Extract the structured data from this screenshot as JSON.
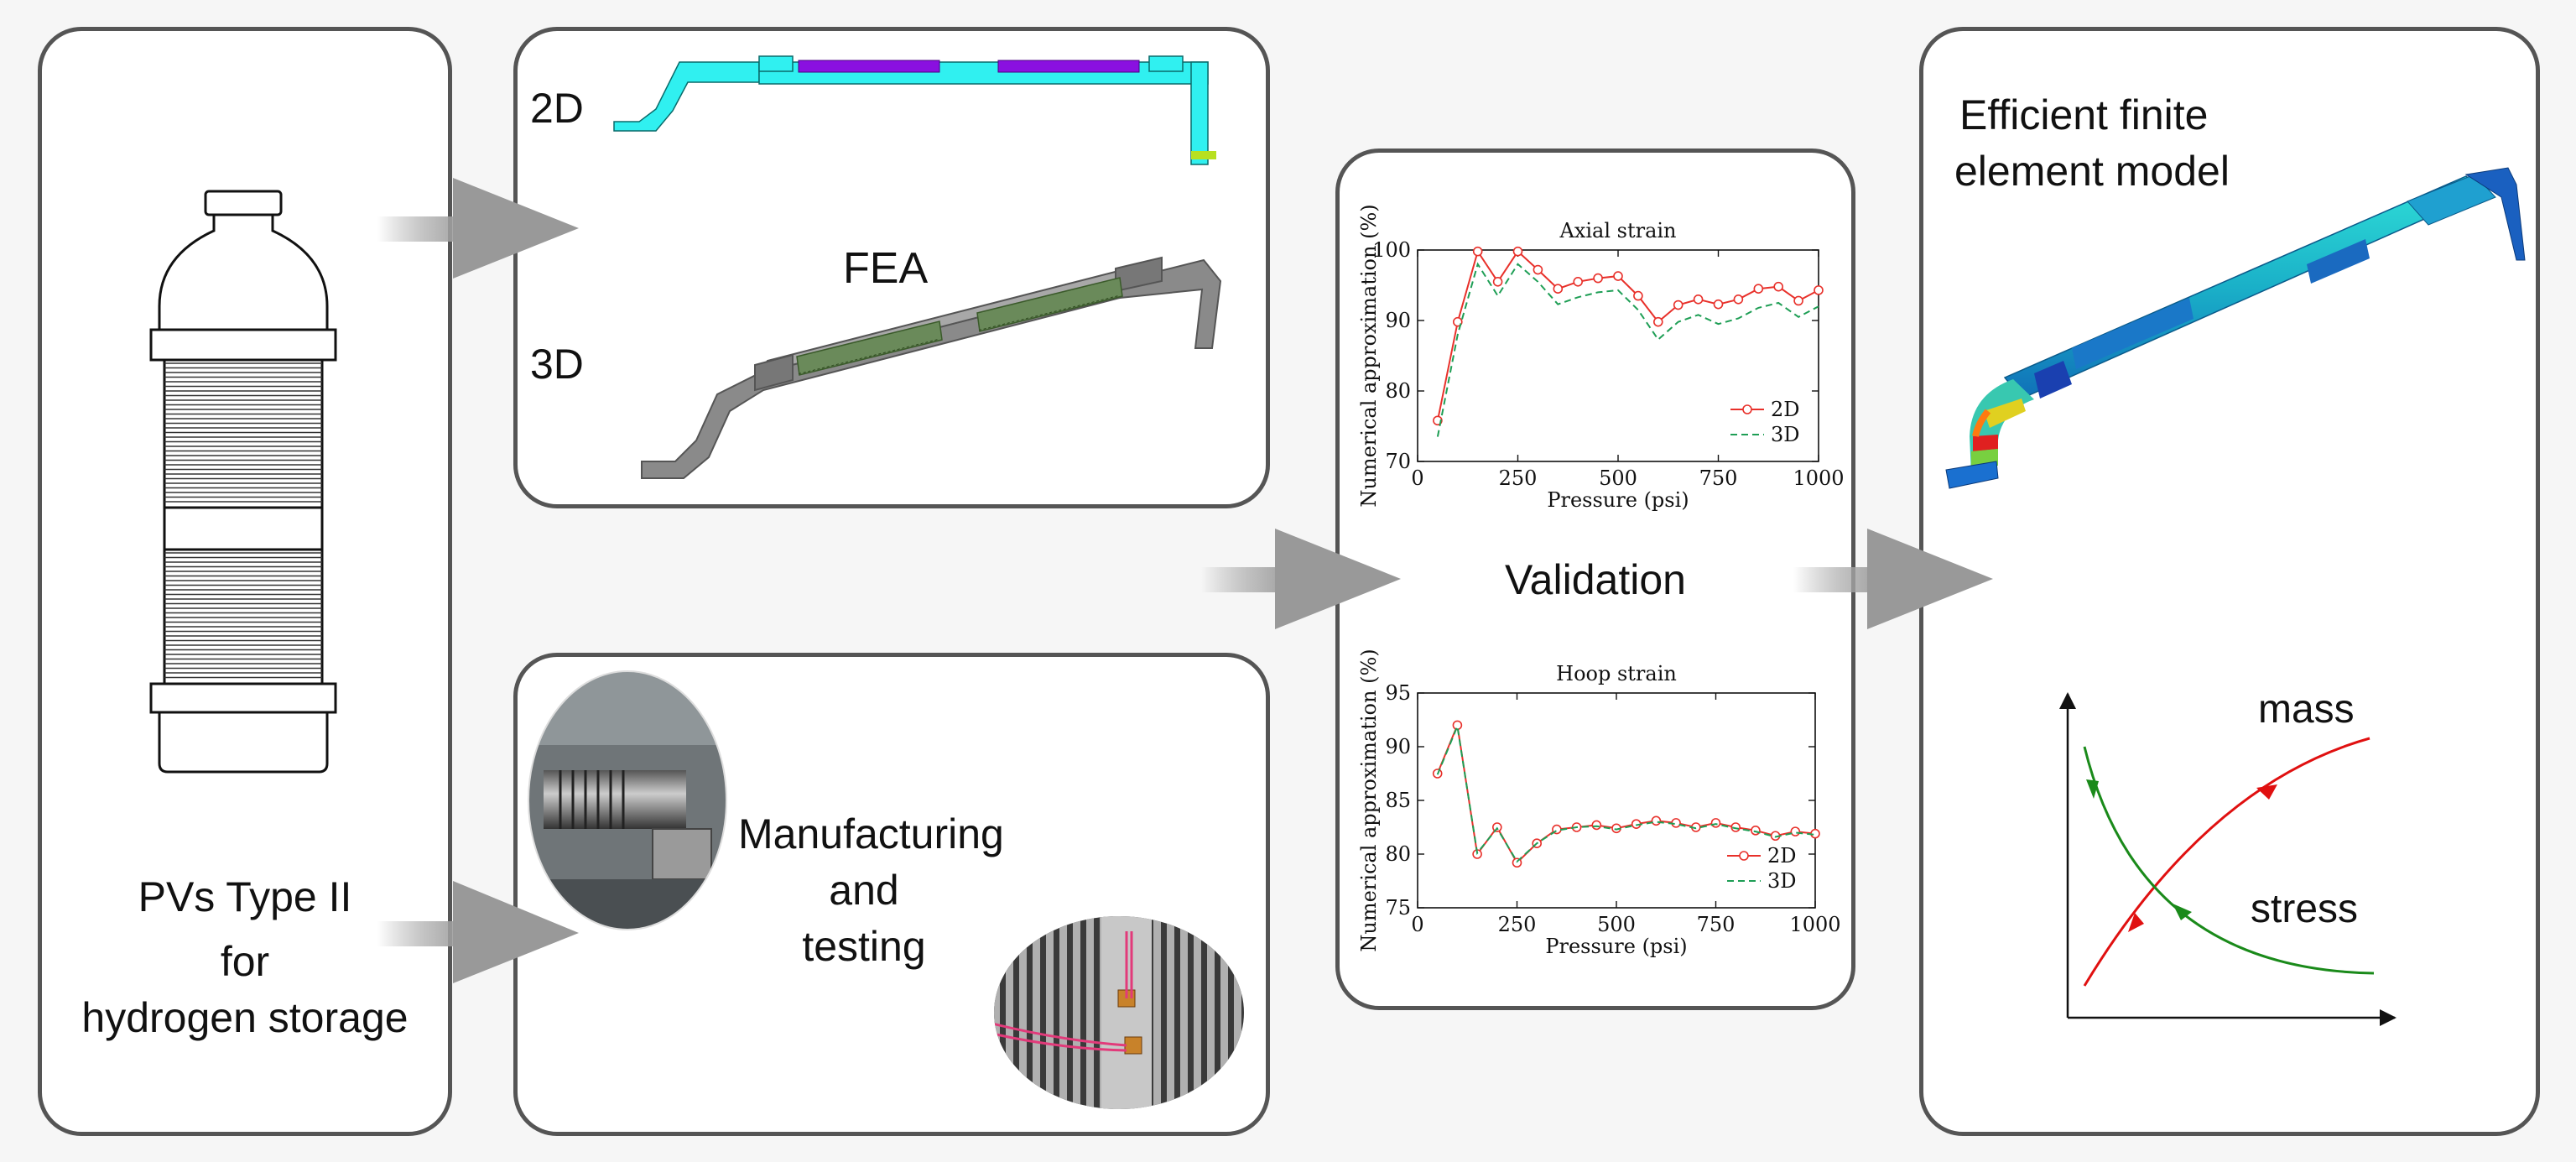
{
  "left_panel": {
    "line1": "PVs Type II",
    "line2": "for",
    "line3": "hydrogen storage"
  },
  "fea_panel": {
    "label_2d": "2D",
    "label_3d": "3D",
    "title": "FEA"
  },
  "manufacturing_panel": {
    "line1": "Manufacturing",
    "line2": "and",
    "line3": "testing"
  },
  "validation_panel": {
    "title": "Validation"
  },
  "model_panel": {
    "title_line1": "Efficient finite",
    "title_line2": "element model",
    "mass_label": "mass",
    "stress_label": "stress"
  },
  "colors": {
    "series_2d": "#e8302a",
    "series_3d": "#1e9e55",
    "mass_curve": "#e01010",
    "stress_curve": "#1a8a1a",
    "arrow": "#999999",
    "panel_border": "#555555"
  },
  "chart_data": [
    {
      "type": "line",
      "title": "Axial strain",
      "xlabel": "Pressure (psi)",
      "ylabel": "Numerical approximation (%)",
      "xlim": [
        0,
        1000
      ],
      "ylim": [
        70,
        100
      ],
      "xticks": [
        0,
        250,
        500,
        750,
        1000
      ],
      "yticks": [
        70,
        80,
        90,
        100
      ],
      "legend": "bottom-right",
      "series": [
        {
          "name": "2D",
          "style": "solid-circle",
          "x": [
            50,
            100,
            150,
            200,
            250,
            300,
            350,
            400,
            450,
            500,
            550,
            600,
            650,
            700,
            750,
            800,
            850,
            900,
            950,
            1000
          ],
          "values": [
            75.8,
            89.8,
            99.8,
            95.5,
            99.8,
            97.2,
            94.5,
            95.5,
            96,
            96.3,
            93.5,
            89.8,
            92.2,
            93,
            92.3,
            93,
            94.5,
            94.8,
            92.8,
            94.3
          ]
        },
        {
          "name": "3D",
          "style": "dashed",
          "x": [
            50,
            100,
            150,
            200,
            250,
            300,
            350,
            400,
            450,
            500,
            550,
            600,
            650,
            700,
            750,
            800,
            850,
            900,
            950,
            1000
          ],
          "values": [
            73.5,
            88,
            98,
            93.5,
            98,
            95.5,
            92.3,
            93.3,
            94,
            94.3,
            91.5,
            87.3,
            89.8,
            90.8,
            89.5,
            90.3,
            91.8,
            92.5,
            90.5,
            92
          ]
        }
      ]
    },
    {
      "type": "line",
      "title": "Hoop strain",
      "xlabel": "Pressure (psi)",
      "ylabel": "Numerical approximation (%)",
      "xlim": [
        0,
        1000
      ],
      "ylim": [
        75,
        95
      ],
      "xticks": [
        0,
        250,
        500,
        750,
        1000
      ],
      "yticks": [
        75,
        80,
        85,
        90,
        95
      ],
      "legend": "bottom-right",
      "series": [
        {
          "name": "2D",
          "style": "solid-circle",
          "x": [
            50,
            100,
            150,
            200,
            250,
            300,
            350,
            400,
            450,
            500,
            550,
            600,
            650,
            700,
            750,
            800,
            850,
            900,
            950,
            1000
          ],
          "values": [
            87.5,
            92,
            80,
            82.5,
            79.2,
            81,
            82.3,
            82.5,
            82.7,
            82.4,
            82.8,
            83.1,
            82.9,
            82.5,
            82.9,
            82.5,
            82.2,
            81.7,
            82.1,
            81.9
          ]
        },
        {
          "name": "3D",
          "style": "dashed",
          "x": [
            50,
            100,
            150,
            200,
            250,
            300,
            350,
            400,
            450,
            500,
            550,
            600,
            650,
            700,
            750,
            800,
            850,
            900,
            950,
            1000
          ],
          "values": [
            87.4,
            91.9,
            80.1,
            82.4,
            79.3,
            81,
            82.2,
            82.5,
            82.6,
            82.3,
            82.7,
            83,
            82.8,
            82.4,
            82.8,
            82.4,
            82.1,
            81.6,
            82,
            81.8
          ]
        }
      ]
    }
  ]
}
